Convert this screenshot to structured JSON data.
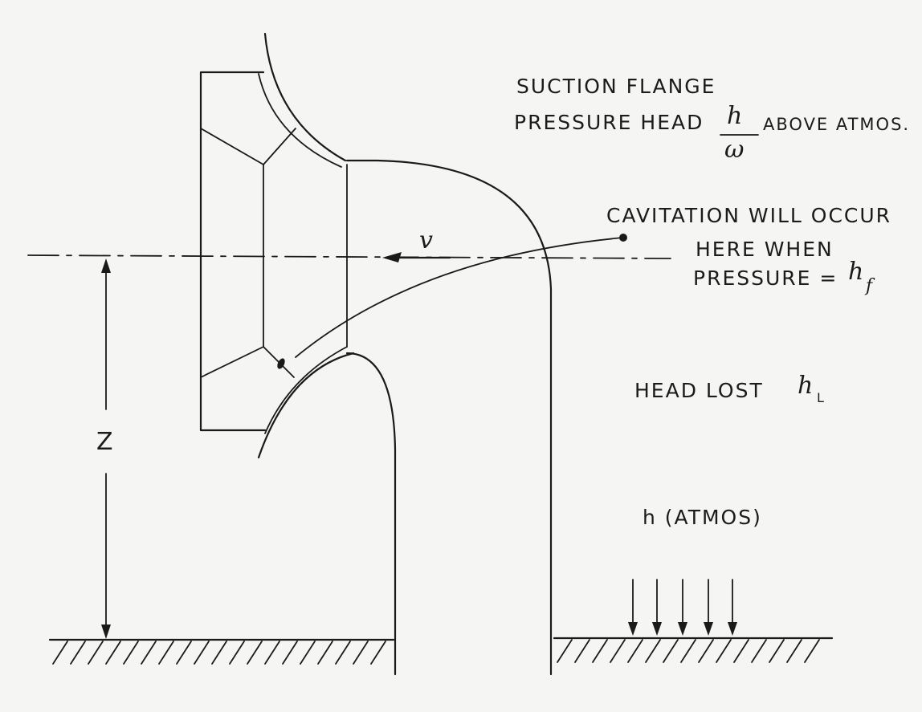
{
  "labels": {
    "suction_flange": "SUCTION FLANGE",
    "pressure_head_prefix": "PRESSURE HEAD",
    "pressure_head_numerator": "h",
    "pressure_head_denominator": "ω",
    "pressure_head_suffix": "ABOVE ATMOS.",
    "cavitation_line1": "CAVITATION WILL OCCUR",
    "cavitation_line2": "HERE WHEN",
    "cavitation_line3_prefix": "PRESSURE =",
    "cavitation_symbol": "h",
    "cavitation_subscript": "f",
    "head_lost_prefix": "HEAD LOST",
    "head_lost_symbol": "h",
    "head_lost_subscript": "L",
    "atmos_head": "h (ATMOS)",
    "velocity": "v",
    "height": "Z"
  },
  "colors": {
    "ink": "#1a1a1a",
    "paper": "#f5f5f3"
  }
}
